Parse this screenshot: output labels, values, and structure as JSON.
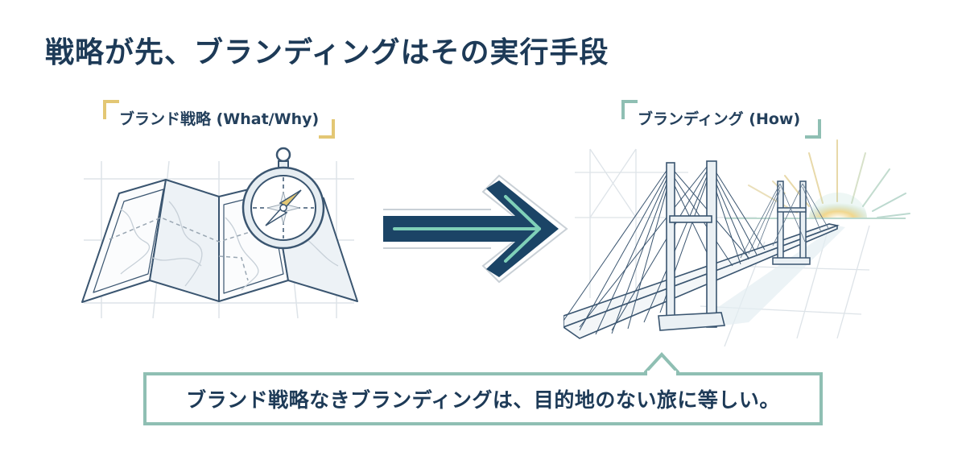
{
  "title": "戦略が先、ブランディングはその実行手段",
  "left_panel": {
    "label": "ブランド戦略 (What/Why)",
    "bracket_color": "#e3c774",
    "illustration": "map-with-compass-icon"
  },
  "arrow": {
    "icon": "right-arrow-icon",
    "fill_color": "#1b4466",
    "accent_color": "#7fd0b8"
  },
  "right_panel": {
    "label": "ブランディング (How)",
    "bracket_color": "#8fbfb3",
    "illustration": "cable-stayed-bridge-with-sunrise-icon"
  },
  "callout": {
    "text": "ブランド戦略なきブランディングは、目的地のない旅に等しい。",
    "border_color": "#8fbfb3"
  },
  "colors": {
    "text_primary": "#1d3a57",
    "gold": "#e3c774",
    "teal": "#8fbfb3",
    "line": "#3a5570",
    "grid": "#dde3e8"
  }
}
